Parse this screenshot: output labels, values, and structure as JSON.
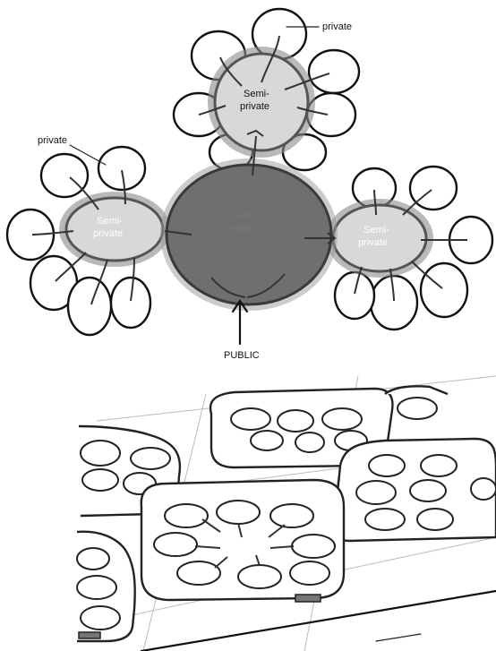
{
  "labels": {
    "private_top": "private",
    "private_left": "private",
    "semi_top_line1": "Semi-",
    "semi_top_line2": "private",
    "semi_left_line1": "Semi-",
    "semi_left_line2": "private",
    "semi_right_line1": "Semi-",
    "semi_right_line2": "private",
    "center_line1": "Semi-",
    "center_line2": "public",
    "public": "PUBLIC"
  },
  "colors": {
    "semi_private_fill": "#d8d8d8",
    "semi_public_fill": "#6f6f6f"
  }
}
